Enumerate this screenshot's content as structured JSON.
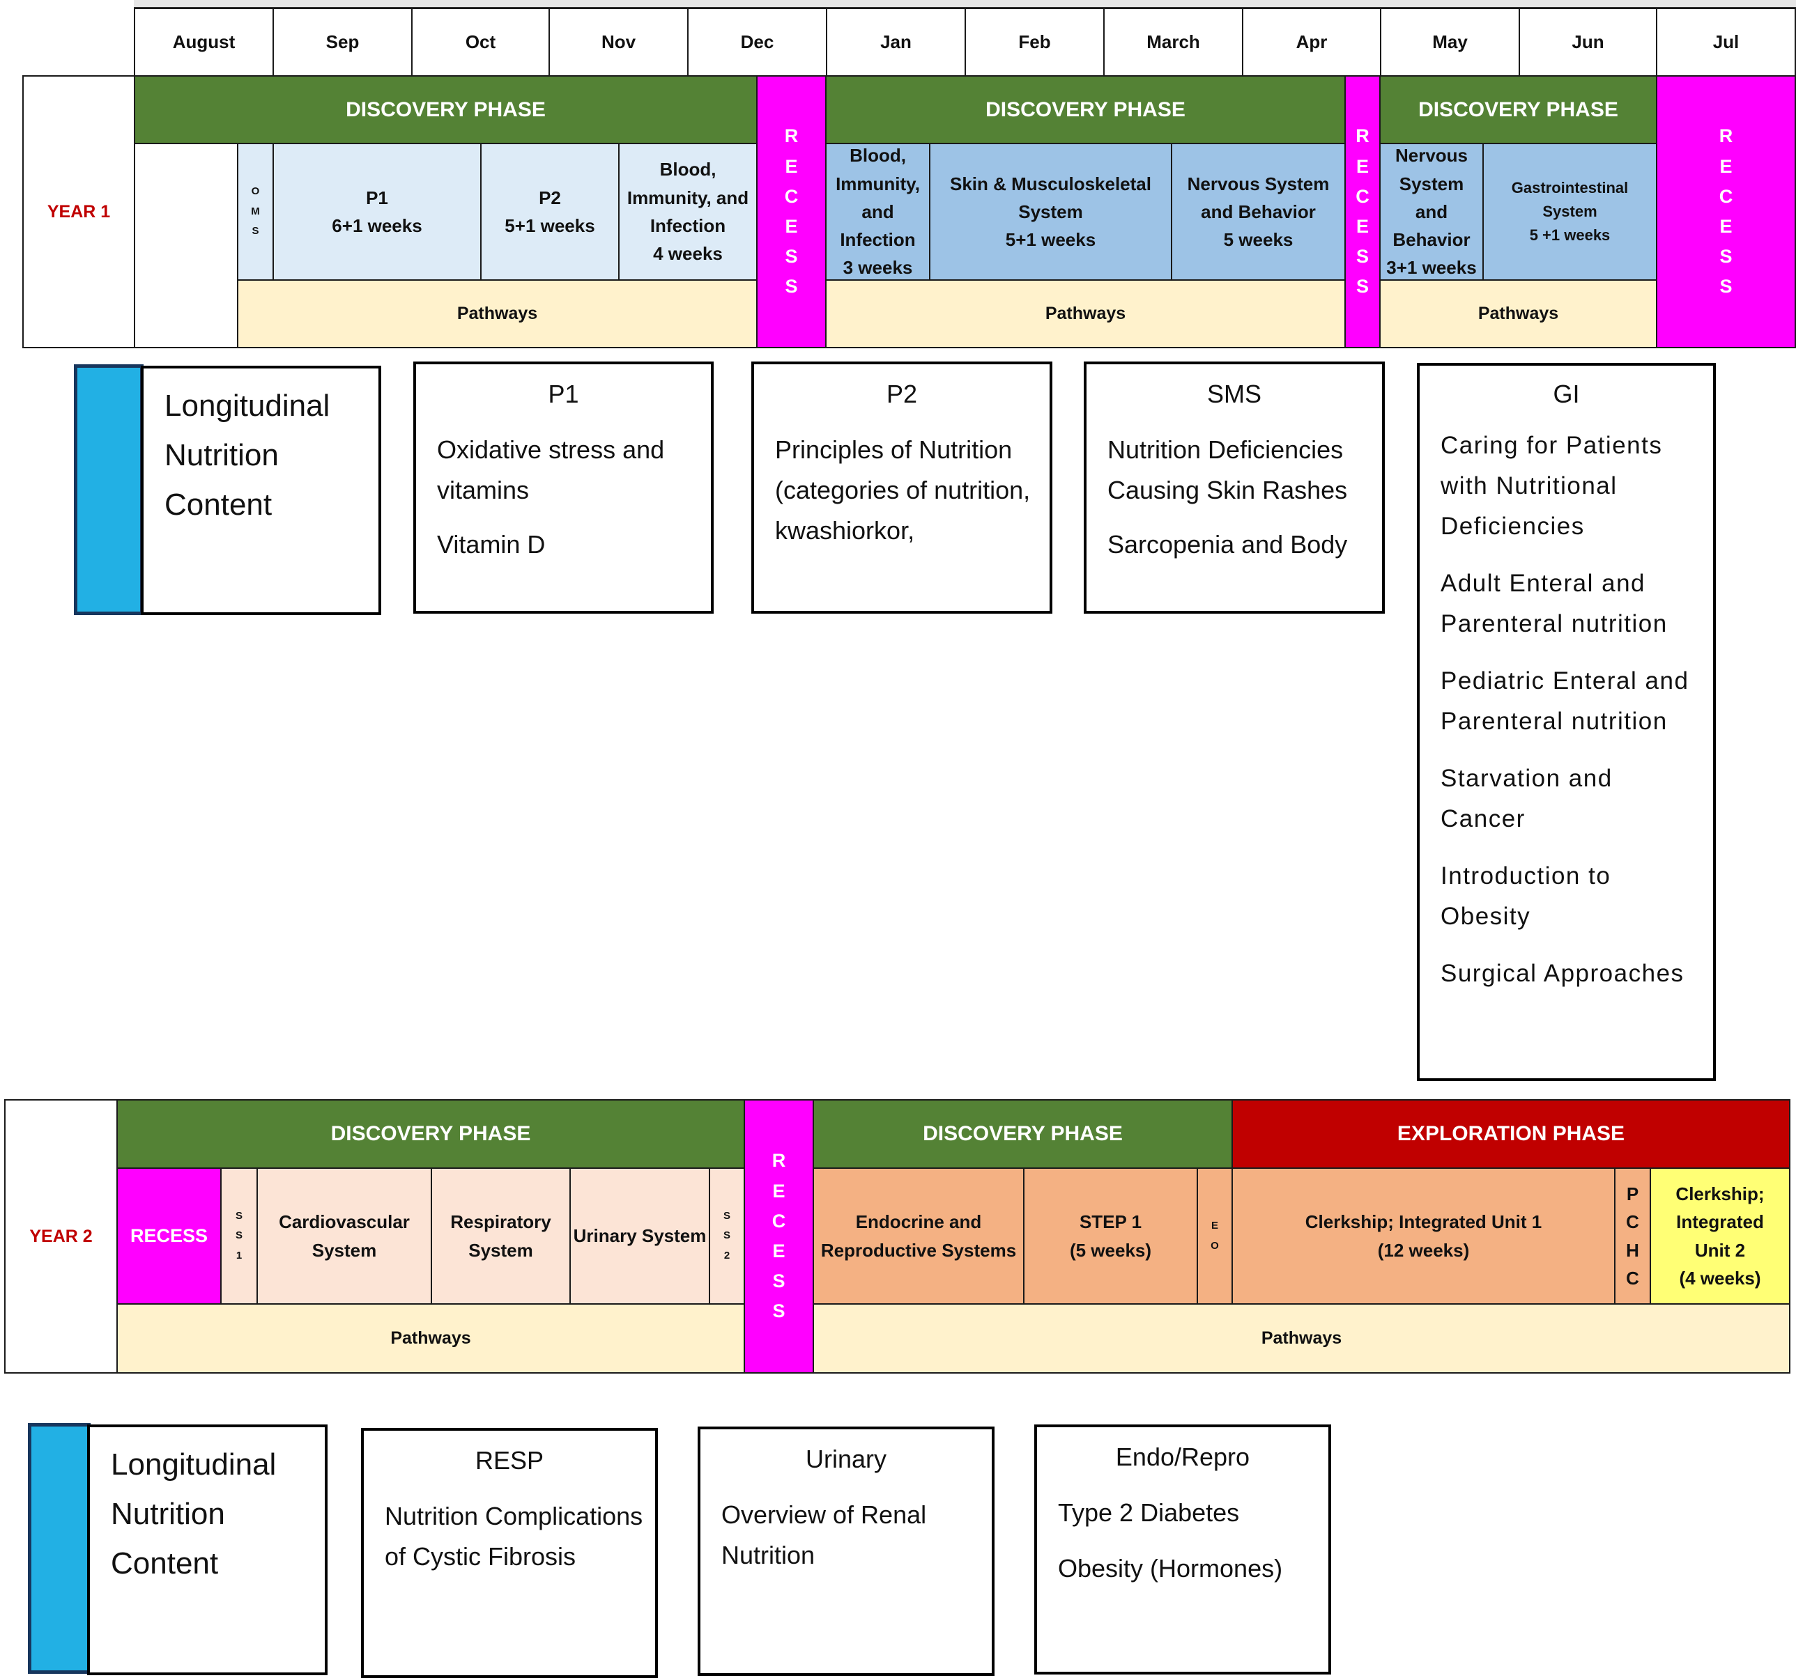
{
  "months": [
    "August",
    "Sep",
    "Oct",
    "Nov",
    "Dec",
    "Jan",
    "Feb",
    "March",
    "Apr",
    "May",
    "Jun",
    "Jul"
  ],
  "colors": {
    "discovery_green": "#548235",
    "exploration_red": "#c00000",
    "recess_magenta": "#ff00ff",
    "year1_fall_blue": "#ddebf7",
    "year1_spring_blue": "#9dc3e6",
    "pathways_cream": "#fff2cc",
    "year2_peach": "#fce4d6",
    "year2_orange": "#f4b183",
    "clerkship2_yellow": "#ffff75",
    "year_label_red": "#c00000",
    "longitudinal_bar_blue": "#22b0e4"
  },
  "year1": {
    "label": "YEAR 1",
    "phases": [
      "DISCOVERY PHASE",
      "DISCOVERY PHASE",
      "DISCOVERY PHASE"
    ],
    "recess_letters": [
      "R",
      "E",
      "C",
      "E",
      "S",
      "S"
    ],
    "oms_letters": [
      "O",
      "M",
      "S"
    ],
    "blocks": {
      "p1": {
        "name": "P1",
        "duration": "6+1 weeks"
      },
      "p2": {
        "name": "P2",
        "duration": "5+1 weeks"
      },
      "blood_fall": {
        "lines": [
          "Blood,",
          "Immunity, and",
          "Infection",
          "4 weeks"
        ]
      },
      "blood_spring": {
        "lines": [
          "Blood,",
          "Immunity,",
          "and",
          "Infection",
          "3 weeks"
        ]
      },
      "sms": {
        "lines": [
          "Skin & Musculoskeletal",
          "System",
          "5+1 weeks"
        ]
      },
      "nervous_a": {
        "lines": [
          "Nervous System",
          "and Behavior",
          "5 weeks"
        ]
      },
      "nervous_b": {
        "lines": [
          "Nervous",
          "System",
          "and",
          "Behavior",
          "3+1 weeks"
        ]
      },
      "gi": {
        "lines": [
          "Gastrointestinal",
          "System",
          "5 +1 weeks"
        ]
      }
    },
    "pathways": "Pathways"
  },
  "year1_nutrition": {
    "longitudinal": [
      "Longitudinal",
      "Nutrition",
      "Content"
    ],
    "boxes": [
      {
        "title": "P1",
        "items": [
          "Oxidative stress and vitamins",
          "Vitamin D"
        ]
      },
      {
        "title": "P2",
        "items": [
          "Principles of Nutrition (categories of nutrition, kwashiorkor,"
        ]
      },
      {
        "title": "SMS",
        "items": [
          "Nutrition Deficiencies Causing Skin Rashes",
          "Sarcopenia and Body"
        ]
      },
      {
        "title": "GI",
        "items": [
          "Caring for Patients with Nutritional Deficiencies",
          "Adult Enteral and Parenteral nutrition",
          "Pediatric Enteral and Parenteral nutrition",
          "Starvation and Cancer",
          "Introduction to Obesity",
          "Surgical Approaches"
        ]
      }
    ]
  },
  "year2": {
    "label": "YEAR 2",
    "phases": [
      "DISCOVERY PHASE",
      "DISCOVERY PHASE",
      "EXPLORATION PHASE"
    ],
    "recess_label": "RECESS",
    "recess_letters": [
      "R",
      "E",
      "C",
      "E",
      "S",
      "S"
    ],
    "ss1_letters": [
      "S",
      "S",
      "1"
    ],
    "ss2_letters": [
      "S",
      "S",
      "2"
    ],
    "eo_letters": [
      "E",
      "O"
    ],
    "pchc_letters": [
      "P",
      "C",
      "H",
      "C"
    ],
    "blocks": {
      "cardio": {
        "lines": [
          "Cardiovascular",
          "System"
        ]
      },
      "resp": {
        "lines": [
          "Respiratory",
          "System"
        ]
      },
      "urinary": {
        "lines": [
          "Urinary System"
        ]
      },
      "endo": {
        "lines": [
          "Endocrine and",
          "Reproductive Systems"
        ]
      },
      "step1": {
        "lines": [
          "STEP 1",
          "(5 weeks)"
        ]
      },
      "clerk1": {
        "lines": [
          "Clerkship; Integrated Unit 1",
          "(12 weeks)"
        ]
      },
      "clerk2": {
        "lines": [
          "Clerkship;",
          "Integrated",
          "Unit 2",
          "(4 weeks)"
        ]
      }
    },
    "pathways": "Pathways"
  },
  "year2_nutrition": {
    "longitudinal": [
      "Longitudinal",
      "Nutrition",
      "Content"
    ],
    "boxes": [
      {
        "title": "RESP",
        "items": [
          "Nutrition Complications of Cystic Fibrosis"
        ]
      },
      {
        "title": "Urinary",
        "items": [
          "Overview of Renal Nutrition"
        ]
      },
      {
        "title": "Endo/Repro",
        "items": [
          "Type 2 Diabetes",
          "Obesity (Hormones)"
        ]
      }
    ]
  }
}
